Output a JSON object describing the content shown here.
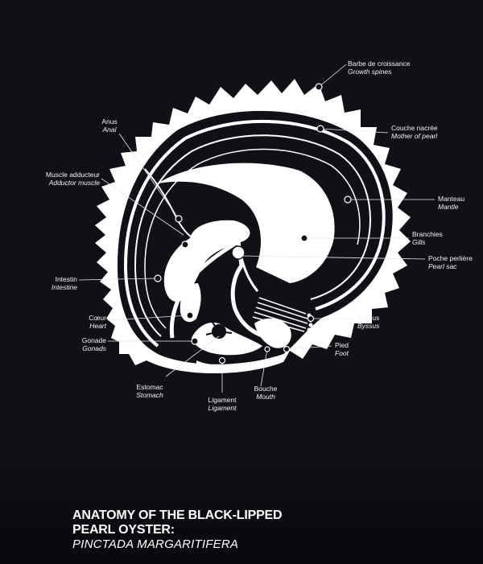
{
  "poster": {
    "title_line1": "ANATOMY OF THE BLACK-LIPPED",
    "title_line2": "PEARL OYSTER:",
    "subtitle": "PINCTADA MARGARITIFERA"
  },
  "labels": {
    "growth_spines": {
      "fr": "Barbe de croissance",
      "en": "Growth spines"
    },
    "mother_of_pearl": {
      "fr": "Couche nacrée",
      "en": "Mother of pearl"
    },
    "mantle": {
      "fr": "Manteau",
      "en": "Mantle"
    },
    "gills": {
      "fr": "Branchies",
      "en": "Gills"
    },
    "pearl_sac": {
      "fr": "Poche perlière",
      "en": "Pearl sac"
    },
    "byssus": {
      "fr": "Byssus",
      "en": "Byssus"
    },
    "foot": {
      "fr": "Pied",
      "en": "Foot"
    },
    "mouth": {
      "fr": "Bouche",
      "en": "Mouth"
    },
    "ligament": {
      "fr": "Ligament",
      "en": "Ligament"
    },
    "stomach": {
      "fr": "Estomac",
      "en": "Stomach"
    },
    "gonads": {
      "fr": "Gonade",
      "en": "Gonads"
    },
    "heart": {
      "fr": "Cœur",
      "en": "Heart"
    },
    "intestine": {
      "fr": "Intestin",
      "en": "Intestine"
    },
    "adductor": {
      "fr": "Muscle adducteur",
      "en": "Adductor muscle"
    },
    "anal": {
      "fr": "Anus",
      "en": "Anal"
    }
  },
  "colors": {
    "background": "#101116",
    "ink": "#ffffff"
  }
}
